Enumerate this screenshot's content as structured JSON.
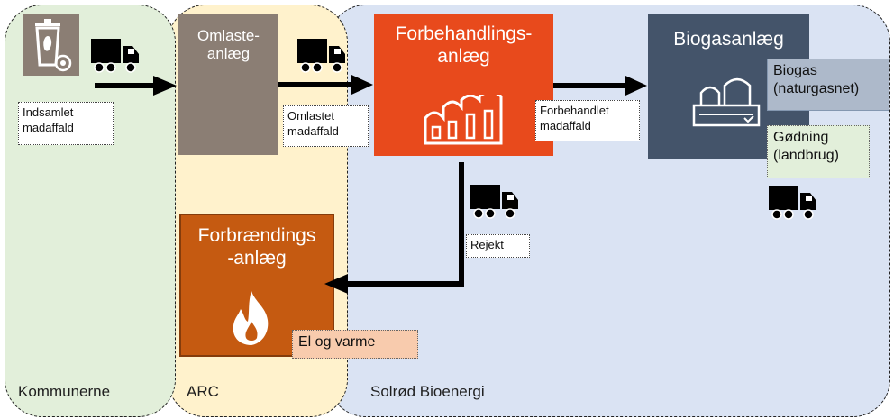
{
  "regions": {
    "kommunerne": "Kommunerne",
    "arc": "ARC",
    "solrod": "Solrød Bioenergi"
  },
  "boxes": {
    "omlaste_line1": "Omlaste-",
    "omlaste_line2": "anlæg",
    "forbehandling_line1": "Forbehandlings-",
    "forbehandling_line2": "anlæg",
    "biogas": "Biogasanlæg",
    "forbraending_line1": "Forbrændings",
    "forbraending_line2": "-anlæg"
  },
  "flows": {
    "indsamlet_line1": "Indsamlet",
    "indsamlet_line2": "madaffald",
    "omlastet_line1": "Omlastet",
    "omlastet_line2": "madaffald",
    "forbehandlet_line1": "Forbehandlet",
    "forbehandlet_line2": "madaffald",
    "rejekt": "Rejekt"
  },
  "outputs": {
    "biogas_line1": "Biogas",
    "biogas_line2": "(naturgasnet)",
    "godning_line1": "Gødning",
    "godning_line2": "(landbrug)",
    "el_varme": "El og varme"
  },
  "colors": {
    "kommunerne_bg": "#e2efda",
    "arc_bg": "#fff2cc",
    "solrod_bg": "#dae3f3",
    "omlaste_box": "#8b7e74",
    "forbehandling_box": "#e84a1c",
    "biogas_box": "#44546a",
    "forbraending_box": "#c55a11",
    "biogas_output": "#adb9ca",
    "godning_output": "#e2efda",
    "el_varme_output": "#f8cbad"
  },
  "icons": [
    "waste-bin-icon",
    "truck-icon",
    "factory-icon",
    "biogas-plant-icon",
    "flame-icon"
  ]
}
